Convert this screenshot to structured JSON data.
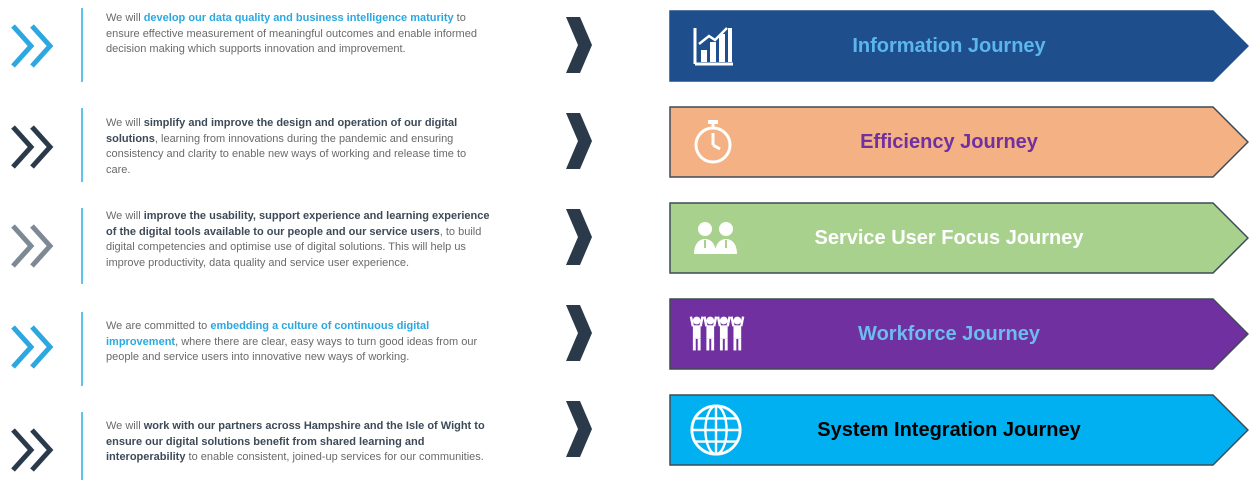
{
  "colors": {
    "chevron_blue": "#2ca7df",
    "chevron_dark": "#2b3a4a",
    "chevron_grey": "#7d8995",
    "divider": "#5fc4ea"
  },
  "rows": [
    {
      "chevron_color": "#2ca7df",
      "desc": {
        "pre": "We will ",
        "bold": "develop our data quality and business intelligence maturity",
        "bold_style": "blue",
        "post": " to ensure effective measurement of meaningful outcomes and enable informed decision making which supports innovation and improvement."
      },
      "journey": {
        "label": "Information Journey",
        "fill": "#1f4e8c",
        "stroke": "#1f4e8c",
        "text_color": "#5cb6ee",
        "icon": "bar-chart-icon"
      }
    },
    {
      "chevron_color": "#2b3a4a",
      "desc": {
        "pre": "We will ",
        "bold": "simplify and improve the design and operation of our digital solutions",
        "bold_style": "dark",
        "post": ", learning from innovations during the pandemic and ensuring consistency and clarity to enable new ways of working and release time to care."
      },
      "journey": {
        "label": "Efficiency Journey",
        "fill": "#f4b183",
        "stroke": "#3d4a57",
        "text_color": "#7030a0",
        "icon": "stopwatch-icon"
      }
    },
    {
      "chevron_color": "#7d8995",
      "desc": {
        "pre": "We will ",
        "bold": "improve the usability, support experience and learning experience of the digital tools available to our people and our service users",
        "bold_style": "dark",
        "post": ", to build digital competencies and optimise use of digital solutions. This will help us improve productivity, data quality and service user experience."
      },
      "journey": {
        "label": "Service User Focus Journey",
        "fill": "#a9d18e",
        "stroke": "#3d4a57",
        "text_color": "#ffffff",
        "icon": "people-icon"
      }
    },
    {
      "chevron_color": "#2ca7df",
      "desc": {
        "pre": "We are committed to ",
        "bold": "embedding a culture of continuous digital improvement",
        "bold_style": "blue",
        "post": ", where there are clear, easy ways to turn good ideas from our people and service users into innovative new ways of working."
      },
      "journey": {
        "label": "Workforce Journey",
        "fill": "#7030a0",
        "stroke": "#3d4a57",
        "text_color": "#6cbcf0",
        "icon": "team-icon"
      }
    },
    {
      "chevron_color": "#2b3a4a",
      "desc": {
        "pre": "We will ",
        "bold": "work with our partners across Hampshire and the Isle of Wight to ensure our digital solutions benefit from shared learning and interoperability",
        "bold_style": "dark",
        "post": " to enable consistent, joined-up services for our communities."
      },
      "journey": {
        "label": "System Integration Journey",
        "fill": "#00b0f0",
        "stroke": "#3d4a57",
        "text_color": "#000000",
        "icon": "globe-icon"
      }
    }
  ]
}
